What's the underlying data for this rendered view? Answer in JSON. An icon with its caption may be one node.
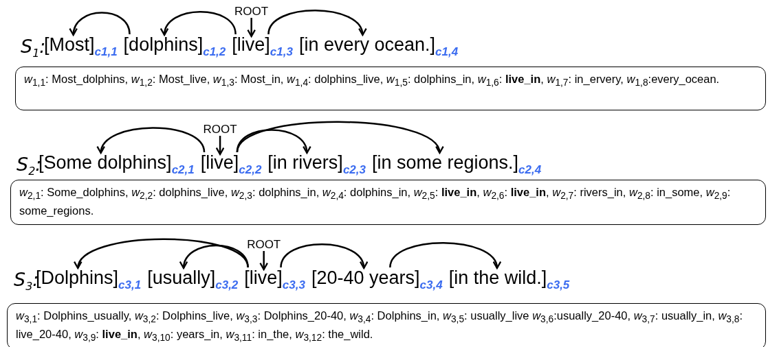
{
  "diagram": {
    "nodes": [
      {
        "text": [
          "ROOT"
        ]
      },
      {
        "text": [
          "[Most]$_{c1,1}$"
        ]
      },
      {
        "text": [
          "[dolphins]$_{c1,2}$"
        ]
      },
      {
        "text": [
          "[live]$_{c1,3}$"
        ]
      },
      {
        "text": [
          "[in every ocean.]$_{c1,4}$"
        ]
      },
      {
        "text": [
          "*w*$_{1,1}$: Most_dolphins, *w*$_{1,2}$: Most_live, *w*$_{1,3}$: Most_in, *w*$_{1,4}$: dolphins_live, *w*$_{1,5}$: dolphins_in, *w*$_{1,6}$: **live_in**, *w*$_{1,7}$: in_ervery, *w*$_{1,8}$:every_ocean."
        ]
      },
      {
        "text": [
          "ROOT"
        ]
      },
      {
        "text": [
          "[Some dolphins]$_{c2,1}$"
        ]
      },
      {
        "text": [
          "[live]$_{c2,2}$"
        ]
      },
      {
        "text": [
          "[in rivers]$_{c2,3}$"
        ]
      },
      {
        "text": [
          "[in some regions.]$_{c2,4}$"
        ]
      },
      {
        "text": [
          "*w*$_{2,1}$: Some_dolphins, *w*$_{2,2}$: dolphins_live, *w*$_{2,3}$: dolphins_in, *w*$_{2,4}$: dolphins_in, *w*$_{2,5}$: **live_in**, *w*$_{2,6}$: **live_in**, *w*$_{2,7}$: rivers_in, *w*$_{2,8}$: in_some, *w*$_{2,9}$: some_regions."
        ]
      },
      {
        "text": [
          "ROOT"
        ]
      },
      {
        "text": [
          "[Dolphins]$_{c3,1}$"
        ]
      },
      {
        "text": [
          "[usually]$_{c3,2}$"
        ]
      },
      {
        "text": [
          "[live]$_{c3,3}$"
        ]
      },
      {
        "text": [
          "[20-40 years]$_{c3,4}$"
        ]
      },
      {
        "text": [
          "[in the wild.]$_{c3,5}$"
        ]
      },
      {
        "text": [
          "*w*$_{3,1}$: Dolphins_usually, *w*$_{3,2}$: Dolphins_live, *w*$_{3,3}$: Dolphins_20-40, *w*$_{3,4}$: Dolphins_in, *w*$_{3,5}$: usually_live *w*$_{3,6}$:usually_20-40, *w*$_{3,7}$: usually_in, *w*$_{3,8}$: live_20-40, *w*$_{3,9}$: **live_in**, *w*$_{3,10}$: years_in, *w*$_{3,11}$: in_the, *w*$_{3,12}$: the_wild."
        ]
      }
    ],
    "edges": [
      {
        "from": 2,
        "to": 1,
        "arrow": "to"
      },
      {
        "from": 3,
        "to": 2,
        "arrow": "to"
      },
      {
        "from": 0,
        "to": 3,
        "arrow": "to"
      },
      {
        "from": 3,
        "to": 4,
        "arrow": "to"
      },
      {
        "from": 8,
        "to": 7,
        "arrow": "to"
      },
      {
        "from": 6,
        "to": 8,
        "arrow": "to"
      },
      {
        "from": 8,
        "to": 9,
        "arrow": "to"
      },
      {
        "from": 8,
        "to": 10,
        "arrow": "to"
      },
      {
        "from": 15,
        "to": 13,
        "arrow": "to"
      },
      {
        "from": 15,
        "to": 14,
        "arrow": "to"
      },
      {
        "from": 12,
        "to": 15,
        "arrow": "to"
      },
      {
        "from": 15,
        "to": 16,
        "arrow": "to"
      },
      {
        "from": 16,
        "to": 17,
        "arrow": "to"
      }
    ],
    "labels": [
      "S$_{1}$:",
      "S$_{2}$:",
      "S$_{3}$:"
    ]
  }
}
